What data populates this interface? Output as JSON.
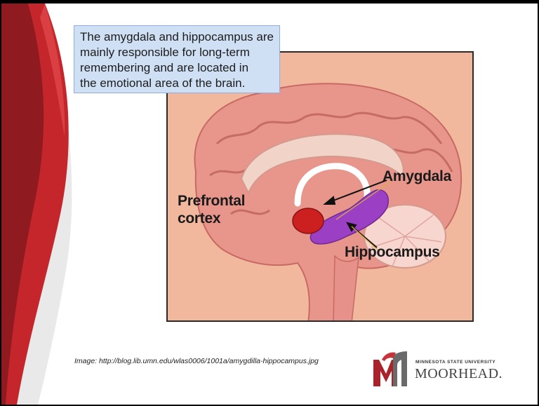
{
  "callout": {
    "lines": [
      "The amygdala and hippocampus are",
      "mainly responsible for long-term",
      "remembering  and are located in",
      "the emotional area of the brain."
    ]
  },
  "diagram": {
    "labels": {
      "amygdala": "Amygdala",
      "hippocampus": "Hippocampus",
      "prefrontal_line1": "Prefrontal",
      "prefrontal_line2": "cortex"
    },
    "icons": [
      "brain-illustration",
      "amygdala-region",
      "hippocampus-region",
      "arrow"
    ]
  },
  "footer": {
    "caption": "Image:  http://blog.lib.umn.edu/wlas0006/1001a/amygdilla-hippocampus.jpg",
    "logo_small": "MINNESOTA STATE UNIVERSITY",
    "logo_big": "MOORHEAD."
  },
  "colors": {
    "accent_red": "#b8262b",
    "brain_pink": "#e8958b",
    "hippocampus_purple": "#9b3fc4",
    "amygdala_red": "#cc1f1f",
    "callout_fill": "#cfe0f5"
  }
}
